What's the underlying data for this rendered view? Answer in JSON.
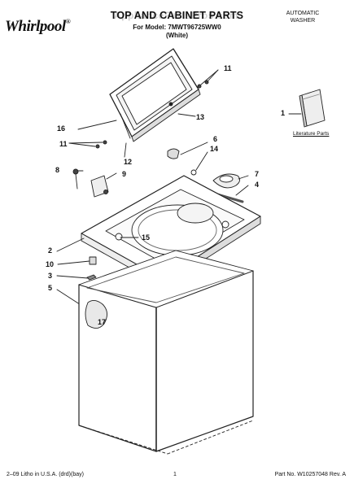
{
  "brand": {
    "name": "Whirlpool",
    "trademark": "®"
  },
  "header": {
    "title": "TOP AND CABINET PARTS",
    "model_line": "For Model: 7MWT96725WW0",
    "variant": "(White)",
    "product_type_line1": "AUTOMATIC",
    "product_type_line2": "WASHER"
  },
  "watermark": "AppliancePartsPros.com",
  "literature_label": "Literature Parts",
  "callouts": [
    "1",
    "2",
    "3",
    "4",
    "5",
    "6",
    "7",
    "8",
    "9",
    "10",
    "11",
    "11",
    "12",
    "13",
    "14",
    "15",
    "16",
    "17"
  ],
  "footer": {
    "print_info": "2–09 Litho in U.S.A. (drd)(bay)",
    "page": "1",
    "part_no": "Part No. W10257048 Rev. A"
  }
}
